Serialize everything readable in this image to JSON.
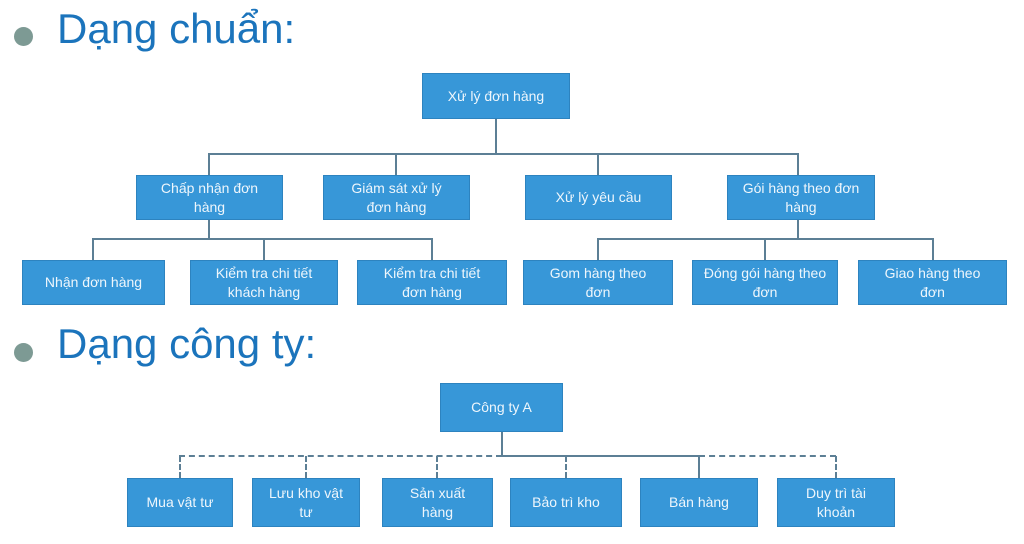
{
  "sections": [
    {
      "heading": "Dạng chuẩn:"
    },
    {
      "heading": "Dạng công ty:"
    }
  ],
  "colors": {
    "node_fill": "#3797d8",
    "node_border": "#2d83bf",
    "node_text": "#eef6fc",
    "heading_text": "#1b74bc",
    "bullet": "#7d9a94",
    "connector": "#5c7f95"
  },
  "diagram_standard": {
    "root": "Xử lý đơn hàng",
    "level2": [
      "Chấp nhận đơn\nhàng",
      "Giám sát xử lý\nđơn hàng",
      "Xử lý yêu cầu",
      "Gói hàng theo đơn\nhàng"
    ],
    "level3_left": [
      "Nhận đơn hàng",
      "Kiểm tra chi tiết\nkhách hàng",
      "Kiểm tra chi tiết\nđơn hàng"
    ],
    "level3_right": [
      "Gom hàng theo\nđơn",
      "Đóng gói hàng theo\nđơn",
      "Giao hàng theo\nđơn"
    ]
  },
  "diagram_company": {
    "root": "Công ty A",
    "children": [
      "Mua vật tư",
      "Lưu kho vật\ntư",
      "Sản xuất\nhàng",
      "Bảo trì kho",
      "Bán hàng",
      "Duy trì tài\nkhoản"
    ]
  }
}
